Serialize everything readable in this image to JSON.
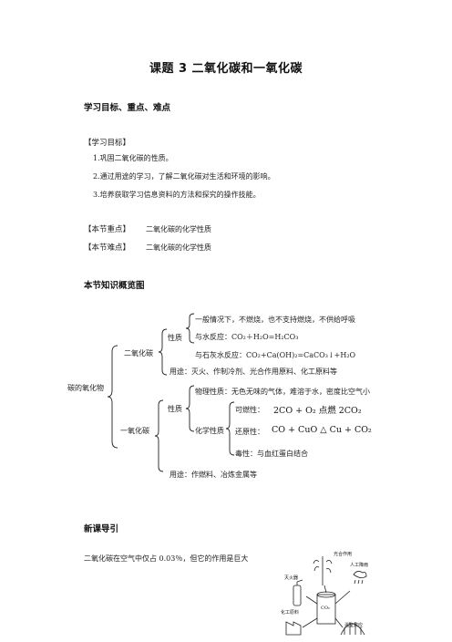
{
  "title": "课题 3    二氧化碳和一氧化碳",
  "section_goals_heading": "学习目标、重点、难点",
  "goals": {
    "label": "【学习目标】",
    "items": [
      "1.巩固二氧化碳的性质。",
      "2.通过用途的学习，了解二氧化碳对生活和环境的影响。",
      "3.培养获取学习信息资料的方法和探究的操作技能。"
    ]
  },
  "key_point": {
    "label": "【本节重点】",
    "text": "二氧化碳的化学性质"
  },
  "difficult_point": {
    "label": "【本节难点】",
    "text": "二氧化碳的化学性质"
  },
  "overview_heading": "本节知识概览图",
  "map": {
    "root": "碳的氧化物",
    "co2": {
      "label": "二氧化碳",
      "property_label": "性质",
      "prop1": "一般情况下，不燃烧，也不支持燃烧，不供给呼吸",
      "prop2": "与水反应：CO₂＋H₂O=H₂CO₃",
      "prop3": "与石灰水反应：CO₂+Ca(OH)₂=CaCO₃↓+H₂O",
      "use": "用途：灭火、作制冷剂、光合作用原料、化工原料等"
    },
    "co": {
      "label": "一氧化碳",
      "property_label": "性质",
      "physical": "物理性质：无色无味的气体，难溶于水，密度比空气小",
      "chemical_label": "化学性质",
      "combustible_label": "可燃性：",
      "combustible_eq": "2CO + O₂ 点燃 2CO₂",
      "reducing_label": "还原性：",
      "reducing_eq": "CO + CuO △ Cu + CO₂",
      "toxic": "毒性：与血红蛋白结合",
      "use": "用途：作燃料、冶炼金属等"
    }
  },
  "intro_heading": "新课导引",
  "intro_text": "二氧化碳在空气中仅占 0.03％，但它的作用是巨大",
  "figure": {
    "labels": [
      "光合作用",
      "人工降雨",
      "灭火器",
      "化工原料",
      "温室效应",
      "CO₂"
    ]
  }
}
